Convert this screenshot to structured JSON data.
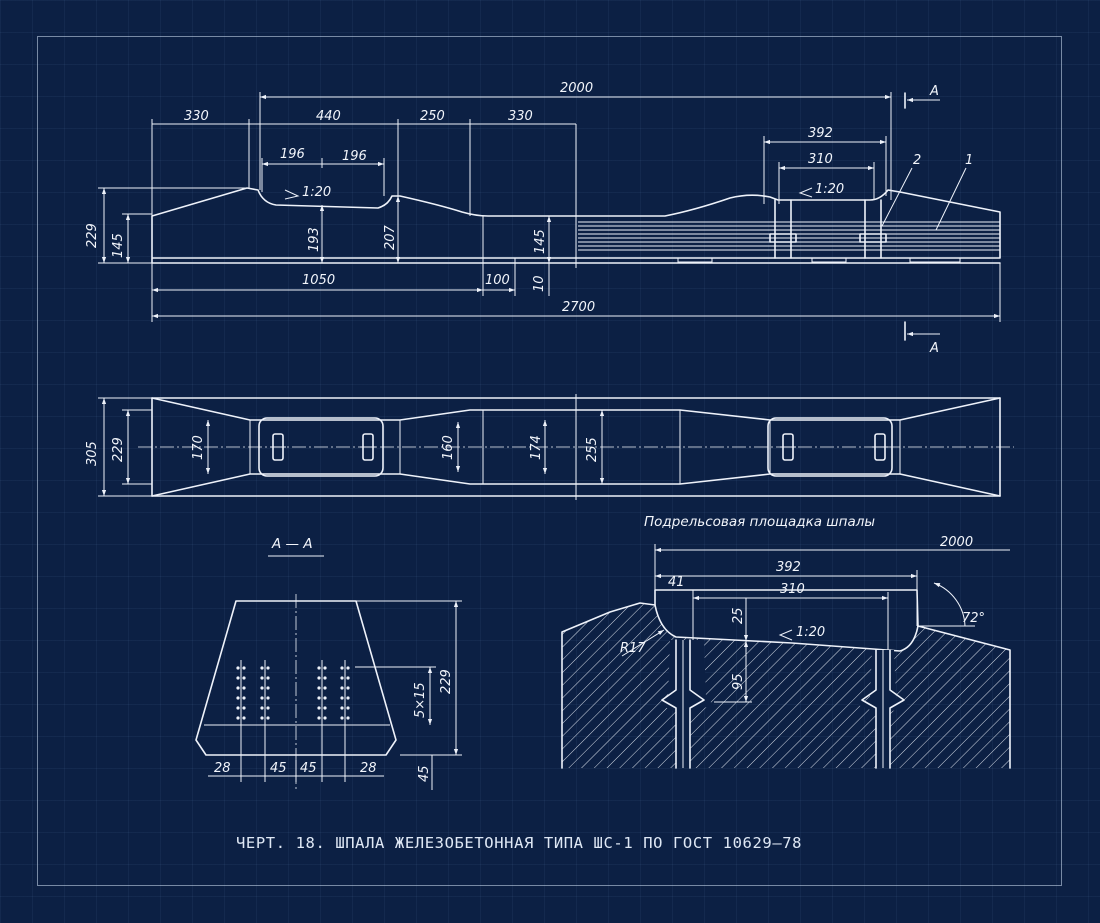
{
  "caption": "ЧЕРТ. 18.  ШПАЛА ЖЕЛЕЗОБЕТОННАЯ ТИПА ШС-1 ПО ГОСТ 10629—78",
  "section_marker": "А",
  "section_title": "А — А",
  "rail_seat_title": "Подрельсовая площадка шпалы",
  "elevation": {
    "dims": {
      "d2000": "2000",
      "d330a": "330",
      "d440": "440",
      "d250": "250",
      "d330b": "330",
      "d196a": "196",
      "d196b": "196",
      "slope_left": "1:20",
      "d229": "229",
      "d145a": "145",
      "d193": "193",
      "d207": "207",
      "d145b": "145",
      "d1050": "1050",
      "d100": "100",
      "d10": "10",
      "d2700": "2700",
      "d392": "392",
      "d310": "310",
      "slope_right": "1:20",
      "lead1": "1",
      "lead2": "2"
    }
  },
  "plan": {
    "dims": {
      "d305": "305",
      "d229": "229",
      "d170": "170",
      "d160": "160",
      "d174": "174",
      "d255": "255"
    }
  },
  "section": {
    "dims": {
      "d28a": "28",
      "d45a": "45",
      "d45b": "45",
      "d28b": "28",
      "d5x15": "5×15",
      "d229": "229",
      "d45c": "45"
    }
  },
  "rail_seat": {
    "dims": {
      "d2000": "2000",
      "d392": "392",
      "d41": "41",
      "d310": "310",
      "d25": "25",
      "slope": "1:20",
      "d95": "95",
      "r17": "R17",
      "angle": "72°"
    }
  }
}
